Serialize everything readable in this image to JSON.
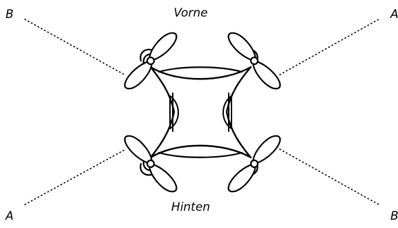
{
  "labels": {
    "front": "Vorne",
    "rear": "Hinten",
    "top_left": "B",
    "top_right": "A",
    "bottom_left": "A",
    "bottom_right": "B"
  },
  "colors": {
    "line": "#000000",
    "background": "#ffffff"
  }
}
